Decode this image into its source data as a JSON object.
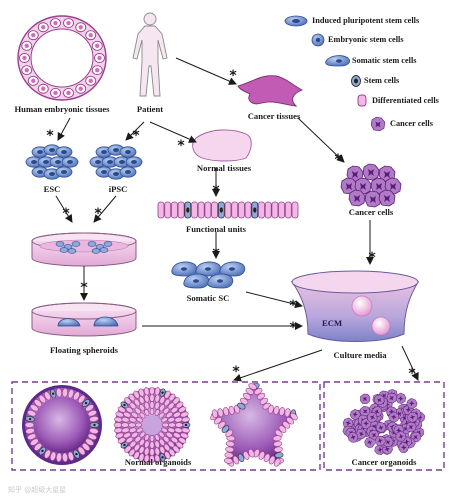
{
  "legend": {
    "items": [
      {
        "label": "Induced pluripotent stem cells",
        "icon": "ipsc-cell-icon"
      },
      {
        "label": "Embryonic stem cells",
        "icon": "esc-cell-icon"
      },
      {
        "label": "Somatic stem cells",
        "icon": "somatic-stem-cell-icon"
      },
      {
        "label": "Stem cells",
        "icon": "stem-cell-icon"
      },
      {
        "label": "Differentiated cells",
        "icon": "differentiated-cell-icon"
      },
      {
        "label": "Cancer cells",
        "icon": "cancer-cell-icon"
      }
    ]
  },
  "labels": {
    "human_embryonic_tissues": "Human embryonic tissues",
    "patient": "Patient",
    "cancer_tissues": "Cancer tissues",
    "normal_tissues": "Normal tissues",
    "esc": "ESC",
    "ipsc": "iPSC",
    "cancer_cells": "Cancer cells",
    "functional_units": "Functional units",
    "somatic_sc": "Somatic SC",
    "floating_spheroids": "Floating spheroids",
    "ecm": "ECM",
    "culture_media": "Culture media",
    "normal_organoids": "Normal organoids",
    "cancer_organoids": "Cancer organoids"
  },
  "watermark": "知乎 @超级大星星",
  "colors": {
    "blue_cell": "#5b7fc4",
    "pink": "#e3a6d4",
    "purple": "#8a3fa6",
    "dark_purple": "#5a1f78",
    "dish_pink": "#e9b7dd",
    "dashed_border": "#7a3d92"
  }
}
